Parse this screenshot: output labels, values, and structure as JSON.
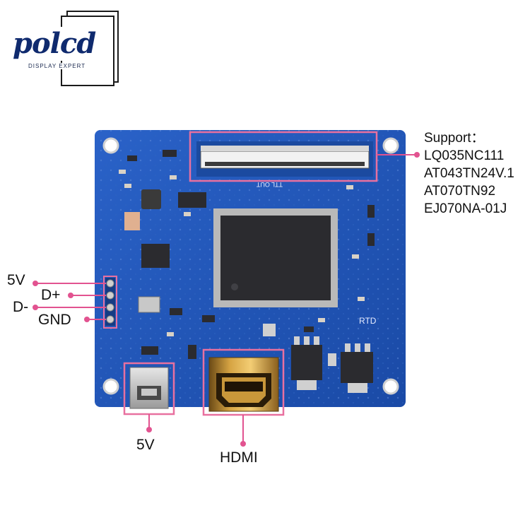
{
  "logo": {
    "wordmark": "polcd",
    "tagline": "DISPLAY EXPERT"
  },
  "support": {
    "title": "Support：",
    "models": [
      "LQ035NC111",
      "AT043TN24V.1",
      "AT070TN92",
      "EJ070NA-01J"
    ]
  },
  "pins": {
    "labels": [
      "5V",
      "D+",
      "D-",
      "GND"
    ]
  },
  "connectors": {
    "usb_label": "5V",
    "hdmi_label": "HDMI"
  },
  "board": {
    "silkscreen_ttl": "TTL OUT",
    "ic_marking": "RTD",
    "colors": {
      "pcb": "#1f56b8",
      "pcb_dark": "#15418f",
      "highlight": "#e8709f",
      "chip": "#2b2b2f"
    }
  }
}
